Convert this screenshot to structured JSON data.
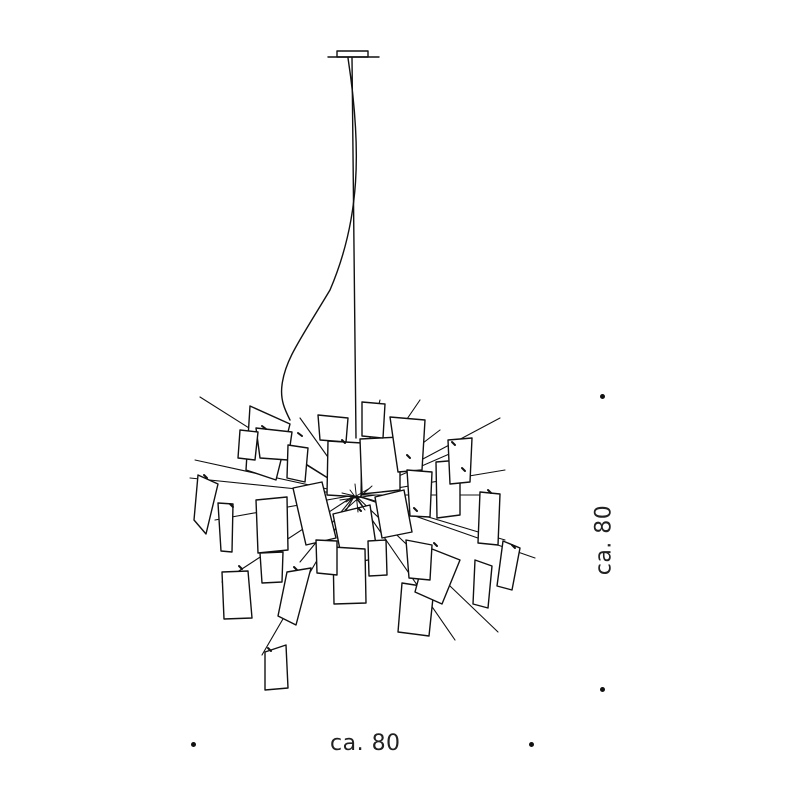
{
  "drawing": {
    "subject": "pendant-lamp-with-paper-leaves",
    "line_color": "#111111",
    "background": "#ffffff"
  },
  "dimensions": {
    "width_label": "ca. 80",
    "height_label": "ca. 80"
  }
}
